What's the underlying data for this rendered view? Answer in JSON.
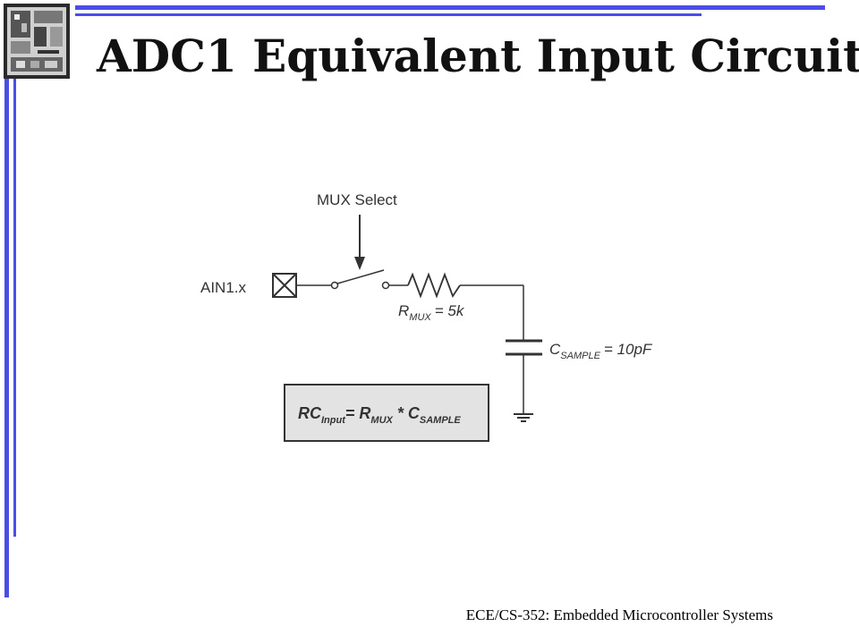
{
  "slide": {
    "title": "ADC1 Equivalent Input Circuit",
    "footer": "ECE/CS-352: Embedded Microcontroller Systems",
    "accent_color": "#4a4ee6"
  },
  "logo": {
    "icon": "ic-chip-die-icon"
  },
  "circuit": {
    "mux_label": "MUX Select",
    "pin_label": "AIN1.x",
    "resistor": {
      "symbol": "R",
      "subscript": "MUX",
      "value_text": "= 5k"
    },
    "capacitor": {
      "symbol": "C",
      "subscript": "SAMPLE",
      "value_text": "= 10pF"
    },
    "formula": {
      "lhs": "RC",
      "lhs_sub": "Input",
      "eq": "= R",
      "r_sub": "MUX",
      "op": " * C",
      "c_sub": "SAMPLE"
    }
  }
}
